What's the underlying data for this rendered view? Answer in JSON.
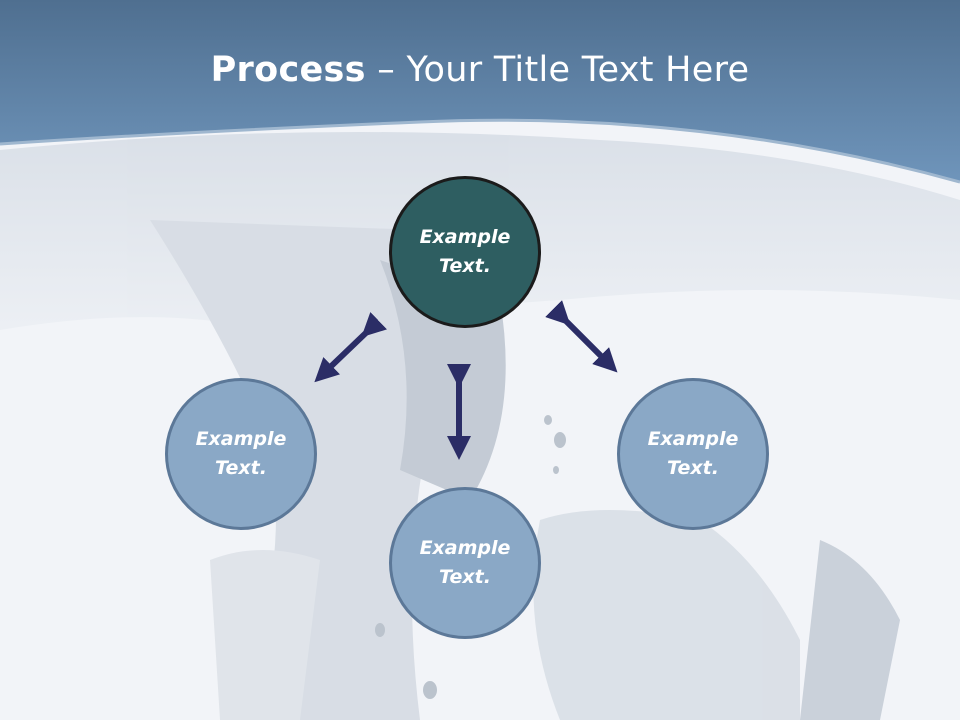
{
  "slide": {
    "title_bold": "Process",
    "title_rest": " – Your Title Text Here"
  },
  "diagram": {
    "center": {
      "line1": "Example",
      "line2": "Text."
    },
    "left": {
      "line1": "Example",
      "line2": "Text."
    },
    "right": {
      "line1": "Example",
      "line2": "Text."
    },
    "bottom": {
      "line1": "Example",
      "line2": "Text."
    }
  },
  "colors": {
    "header": "#5b82a8",
    "center_node": "#2e5e61",
    "outer_node": "#8aa8c6",
    "arrow": "#2b2d66"
  }
}
